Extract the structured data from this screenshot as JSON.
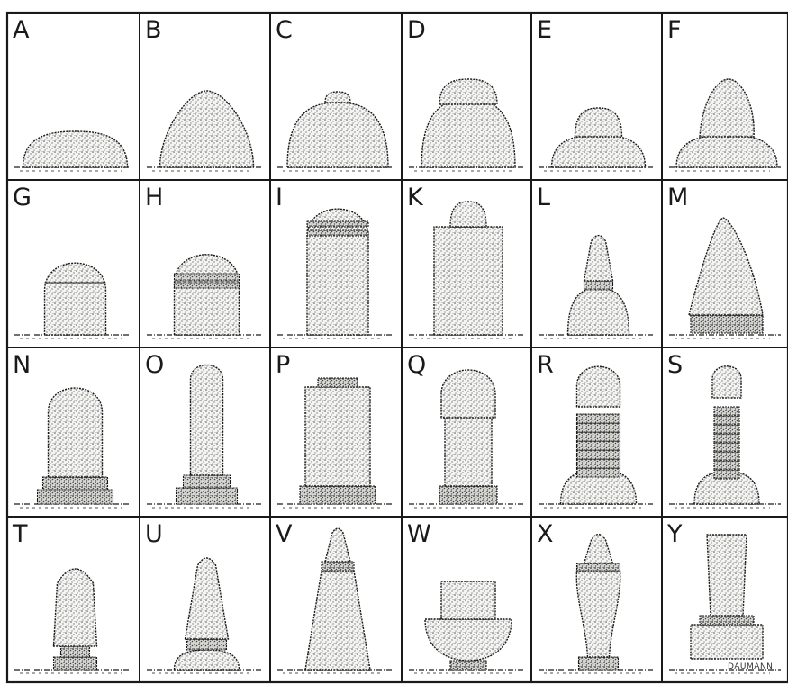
{
  "plate": {
    "signature": "DAUMANN",
    "ink_color": "#1a1a1a",
    "paper_color": "#ffffff"
  },
  "cells": [
    {
      "label": "A",
      "shape": "low-dome"
    },
    {
      "label": "B",
      "shape": "tall-dome"
    },
    {
      "label": "C",
      "shape": "dome-with-small-cap"
    },
    {
      "label": "D",
      "shape": "dome-with-cap"
    },
    {
      "label": "E",
      "shape": "stepped-dome"
    },
    {
      "label": "F",
      "shape": "cone-on-wide-base"
    },
    {
      "label": "G",
      "shape": "short-cylinder-dome-top"
    },
    {
      "label": "H",
      "shape": "banded-cylinder-dome-top"
    },
    {
      "label": "I",
      "shape": "tall-cylinder-banded-top"
    },
    {
      "label": "K",
      "shape": "tall-cylinder-cap"
    },
    {
      "label": "L",
      "shape": "stacked-cone"
    },
    {
      "label": "M",
      "shape": "tall-cone"
    },
    {
      "label": "N",
      "shape": "bullet-on-base"
    },
    {
      "label": "O",
      "shape": "slender-pillar-on-base"
    },
    {
      "label": "P",
      "shape": "cylinder-ring-top"
    },
    {
      "label": "Q",
      "shape": "column-domed-head"
    },
    {
      "label": "R",
      "shape": "banded-column-knob-head"
    },
    {
      "label": "S",
      "shape": "slender-banded-column"
    },
    {
      "label": "T",
      "shape": "tapered-pillar-small-base"
    },
    {
      "label": "U",
      "shape": "cone-pillar-on-base"
    },
    {
      "label": "V",
      "shape": "pointed-stepped-cone"
    },
    {
      "label": "W",
      "shape": "cylinder-on-bowl"
    },
    {
      "label": "X",
      "shape": "vase-pillar"
    },
    {
      "label": "Y",
      "shape": "tall-shaft-on-block"
    }
  ]
}
